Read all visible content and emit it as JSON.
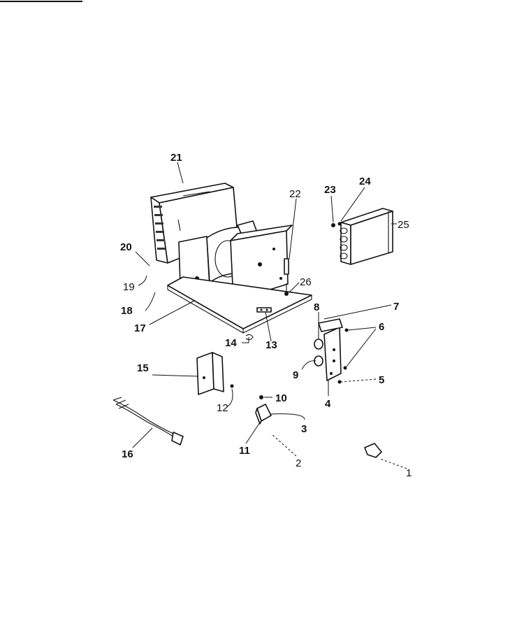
{
  "parts": [
    {
      "number": "1"
    },
    {
      "number": "2"
    },
    {
      "number": "3"
    },
    {
      "number": "4"
    },
    {
      "number": "5"
    },
    {
      "number": "6"
    },
    {
      "number": "7"
    },
    {
      "number": "8"
    },
    {
      "number": "9"
    },
    {
      "number": "10"
    },
    {
      "number": "11"
    },
    {
      "number": "12"
    },
    {
      "number": "13"
    },
    {
      "number": "14"
    },
    {
      "number": "15"
    },
    {
      "number": "16"
    },
    {
      "number": "17"
    },
    {
      "number": "18"
    },
    {
      "number": "19"
    },
    {
      "number": "20"
    },
    {
      "number": "21"
    },
    {
      "number": "22"
    },
    {
      "number": "23"
    },
    {
      "number": "24"
    },
    {
      "number": "25"
    },
    {
      "number": "26"
    }
  ]
}
